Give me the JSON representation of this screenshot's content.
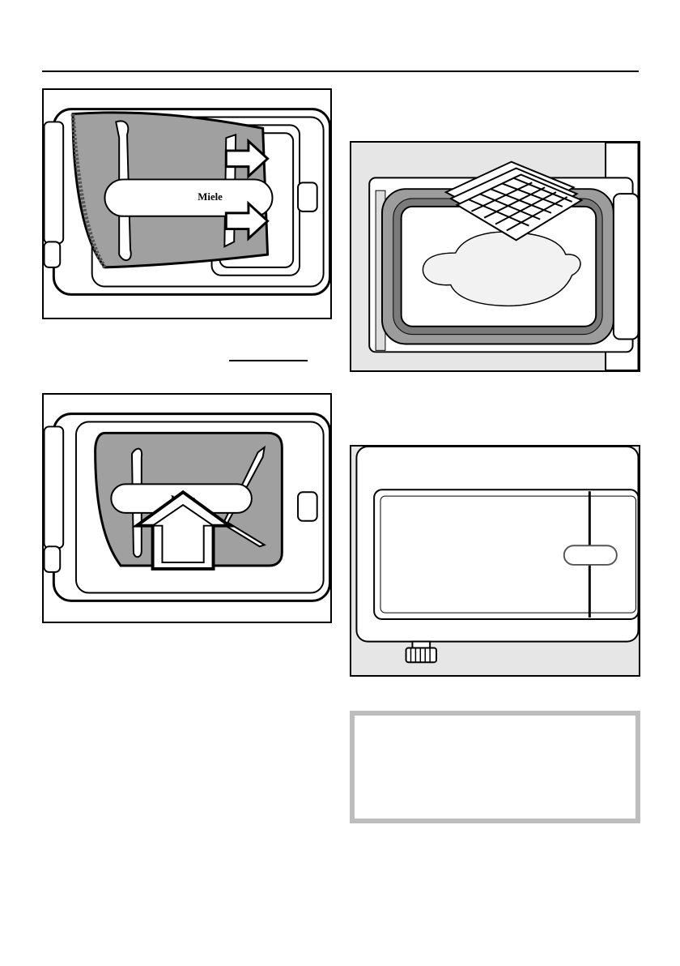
{
  "figures": {
    "fig1": {
      "brand": "Miele",
      "icon": "filter-insert-arrows-out"
    },
    "fig2": {
      "brand": "Miele",
      "icon": "filter-insert-arrow-up"
    },
    "fig3": {
      "icon": "door-seal-cloth"
    },
    "fig4": {
      "icon": "closed-door-handle"
    }
  },
  "note_box": {
    "text": ""
  }
}
